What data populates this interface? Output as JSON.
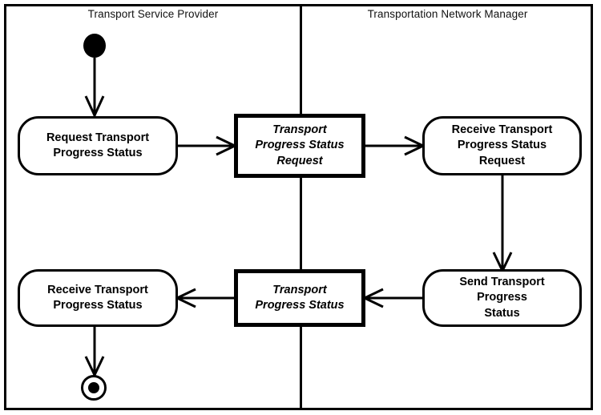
{
  "diagram": {
    "type": "uml-activity-diagram",
    "title": "",
    "background_color": "#ffffff",
    "line_color": "#000000"
  },
  "lanes": [
    {
      "id": "lane-transport-service-provider",
      "title": "Transport Service Provider"
    },
    {
      "id": "lane-transportation-network-manager",
      "title": "Transportation Network Manager"
    }
  ],
  "nodes": {
    "initial": {
      "name": "initial-node",
      "label": ""
    },
    "request_transport_progress_status": {
      "label": "Request Transport\nProgress Status",
      "kind": "action"
    },
    "transport_progress_status_request": {
      "label": "Transport\nProgress Status\nRequest",
      "kind": "object"
    },
    "receive_transport_progress_status_request": {
      "label": "Receive Transport\nProgress Status Request",
      "kind": "action"
    },
    "send_transport_progress_status": {
      "label": "Send Transport Progress\nStatus",
      "kind": "action"
    },
    "transport_progress_status": {
      "label": "Transport\nProgress Status",
      "kind": "object"
    },
    "receive_transport_progress_status": {
      "label": "Receive Transport\nProgress Status",
      "kind": "action"
    },
    "final": {
      "name": "final-node",
      "label": ""
    }
  },
  "edges": [
    {
      "from": "initial",
      "to": "request_transport_progress_status",
      "direction": "down"
    },
    {
      "from": "request_transport_progress_status",
      "to": "transport_progress_status_request",
      "direction": "right"
    },
    {
      "from": "transport_progress_status_request",
      "to": "receive_transport_progress_status_request",
      "direction": "right"
    },
    {
      "from": "receive_transport_progress_status_request",
      "to": "send_transport_progress_status",
      "direction": "down"
    },
    {
      "from": "send_transport_progress_status",
      "to": "transport_progress_status",
      "direction": "left"
    },
    {
      "from": "transport_progress_status",
      "to": "receive_transport_progress_status",
      "direction": "left"
    },
    {
      "from": "receive_transport_progress_status",
      "to": "final",
      "direction": "down"
    }
  ]
}
